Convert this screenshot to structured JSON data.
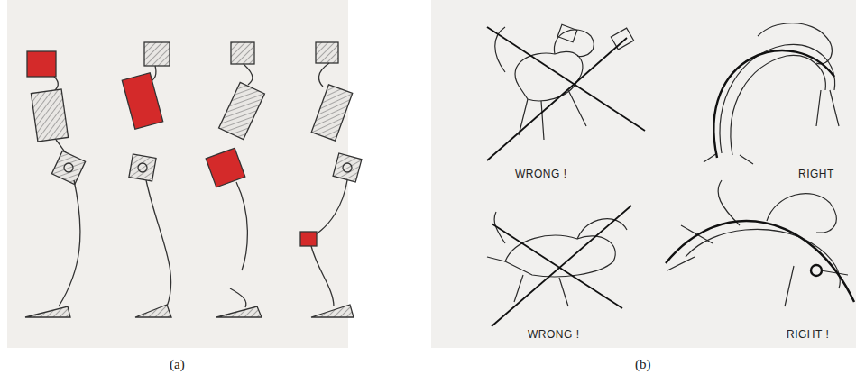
{
  "diagram": {
    "labels": [
      "WRONG !",
      "RIGHT",
      "WRONG !",
      "RIGHT !",
      "(a)",
      "(b)"
    ]
  }
}
